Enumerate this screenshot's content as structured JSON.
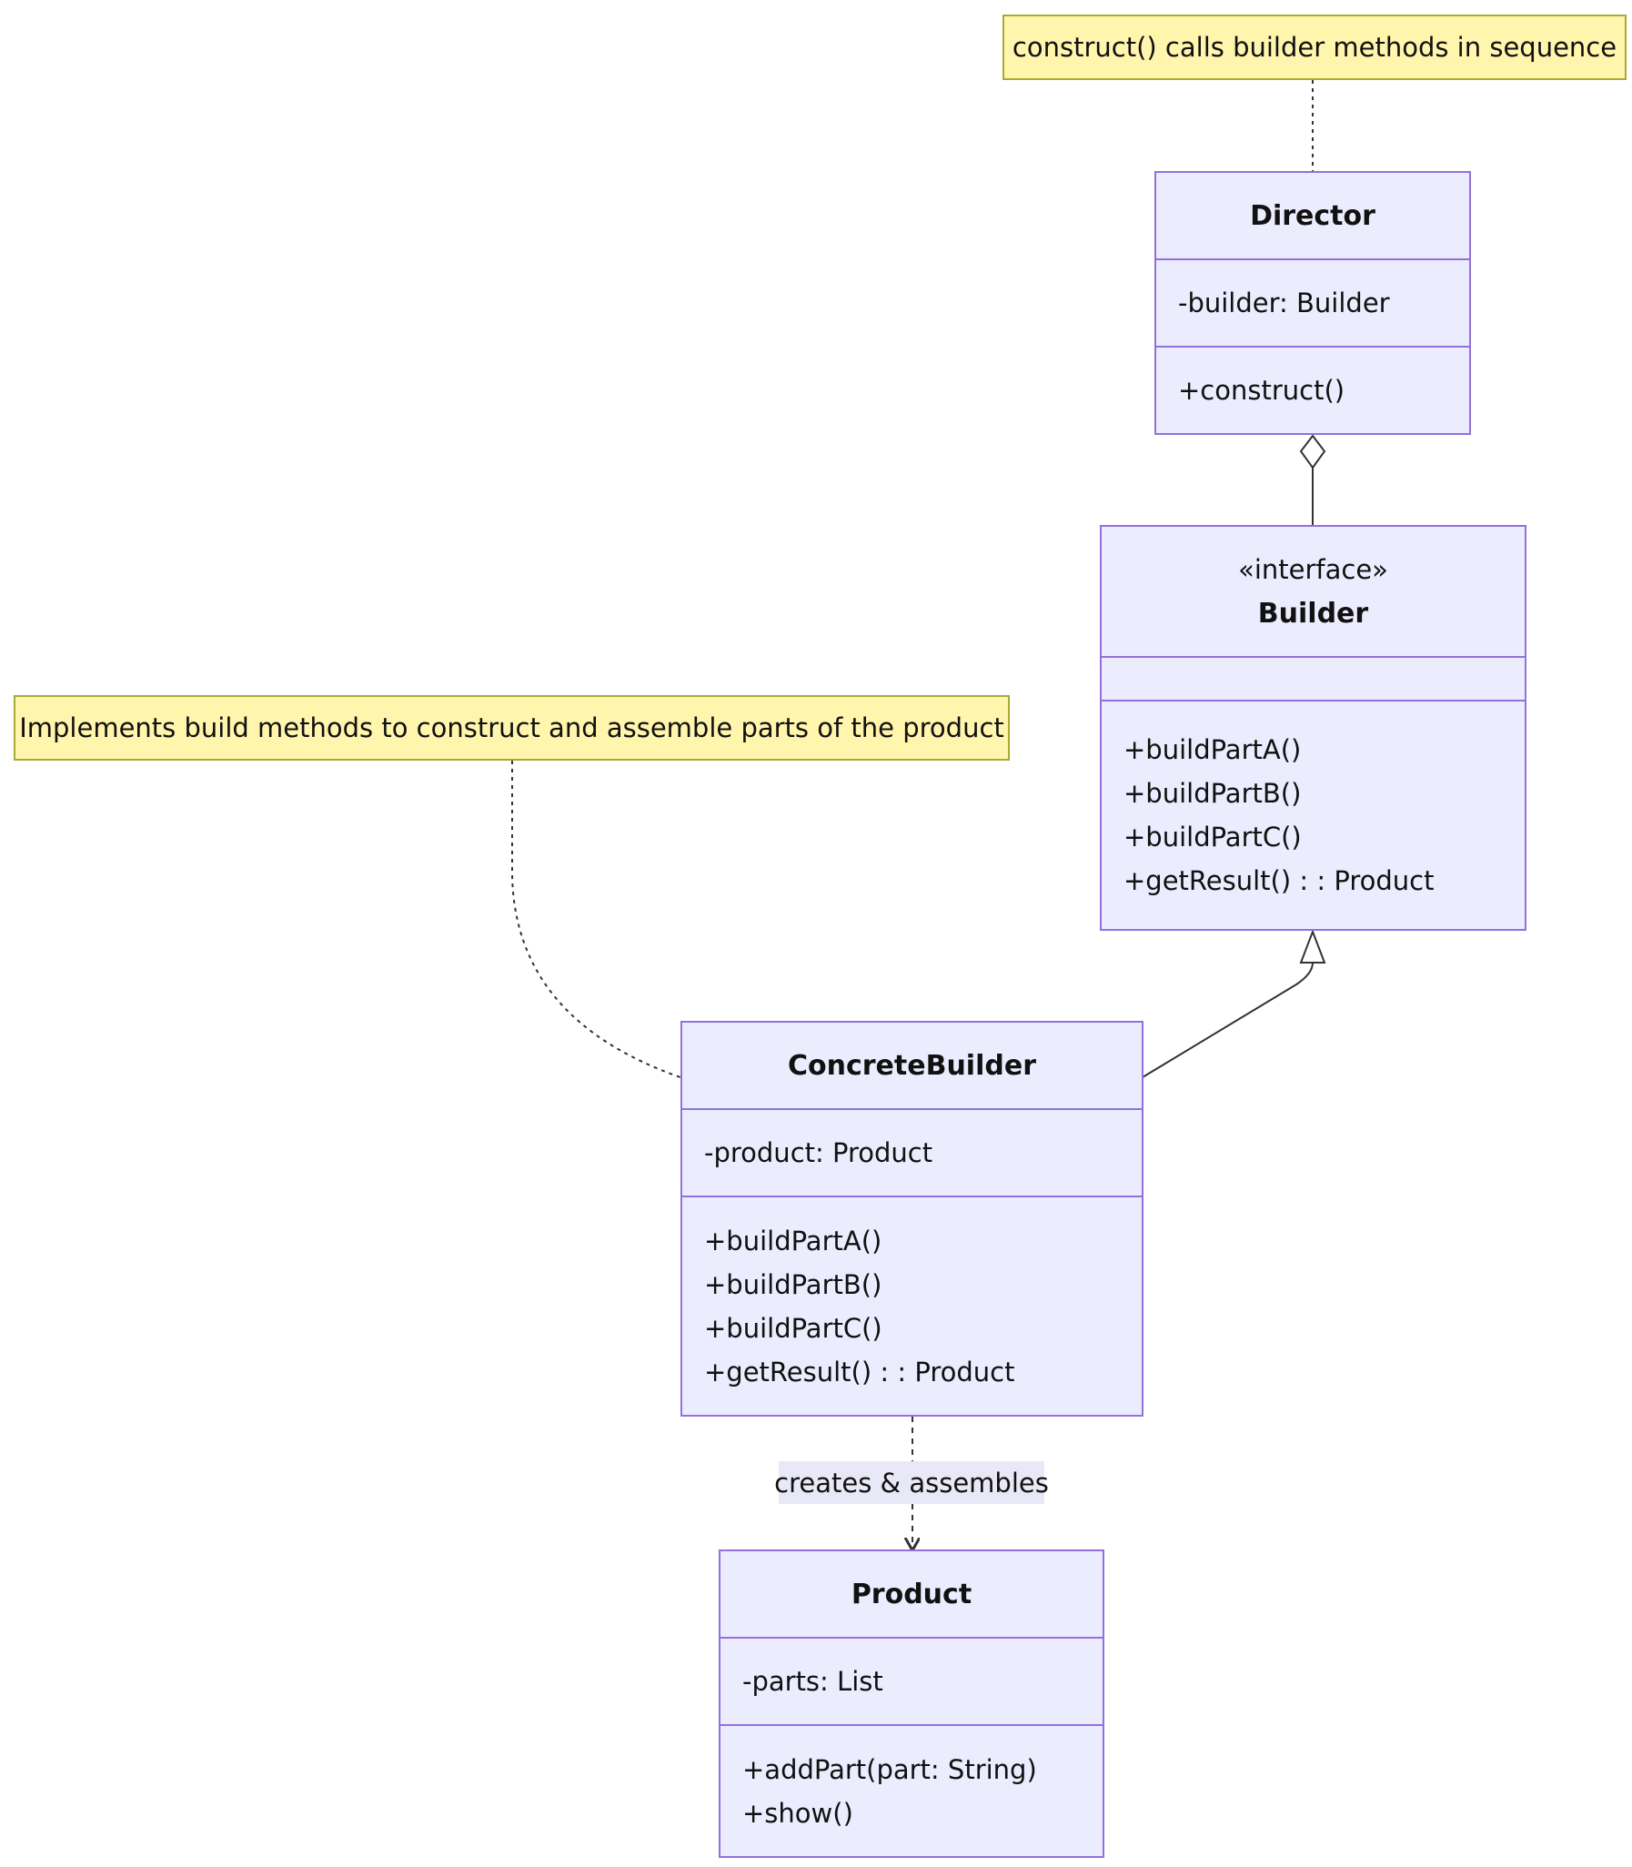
{
  "notes": {
    "director": "construct() calls builder methods in sequence",
    "concrete_builder": "Implements build methods to construct and assemble parts of the product"
  },
  "classes": {
    "director": {
      "name": "Director",
      "attributes": [
        "-builder: Builder"
      ],
      "methods": [
        "+construct()"
      ]
    },
    "builder": {
      "stereotype": "«interface»",
      "name": "Builder",
      "attributes": [],
      "methods": [
        "+buildPartA()",
        "+buildPartB()",
        "+buildPartC()",
        "+getResult() : : Product"
      ]
    },
    "concrete_builder": {
      "name": "ConcreteBuilder",
      "attributes": [
        "-product: Product"
      ],
      "methods": [
        "+buildPartA()",
        "+buildPartB()",
        "+buildPartC()",
        "+getResult() : : Product"
      ]
    },
    "product": {
      "name": "Product",
      "attributes": [
        "-parts: List"
      ],
      "methods": [
        "+addPart(part: String)",
        "+show()"
      ]
    }
  },
  "relations": {
    "director_builder": {
      "type": "aggregation"
    },
    "concrete_builder_builder": {
      "type": "realization"
    },
    "concrete_builder_product": {
      "type": "dependency",
      "label": "creates & assembles"
    }
  },
  "colors": {
    "class_fill": "#ececff",
    "class_border": "#9370db",
    "note_fill": "#fff5ad",
    "note_border": "#aaaa33",
    "line": "#333333"
  }
}
